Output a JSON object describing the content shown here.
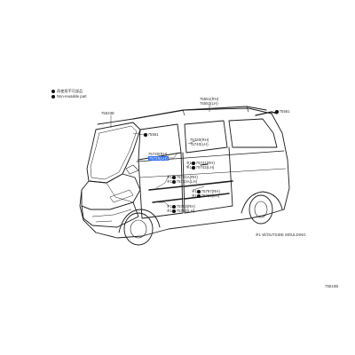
{
  "legend": {
    "items": [
      {
        "marker": "filled-circle",
        "label": "再使用不可部品"
      },
      {
        "marker": "filled-circle",
        "label": "Non-reusable part"
      }
    ]
  },
  "callouts": {
    "c75533E": "75533E",
    "c75551RH": "75551(RH)",
    "c75552LH": "75552(LH)",
    "c75561a": "75561",
    "c75561b": "75561",
    "c75730RH": "75730(RH)",
    "c75740LH": "75740(LH)",
    "c75730RHb": "75730(RH)",
    "c75720LH": "75720(LH)",
    "c75741RH": "75741(RH)",
    "c75742LH": "75742(LH)",
    "c75731ARH": "75731A(RH)",
    "c75732ALH": "75732A(LH)",
    "c75797RH": "75797(RH)",
    "c75798LH": "75798(LH)",
    "c75793RH": "75793(RH)",
    "c75794LH": "75794(LH)",
    "w_prefix": "※1"
  },
  "note": "※1  W/OUTSIDE MOULDING",
  "figure_code": "75510B"
}
